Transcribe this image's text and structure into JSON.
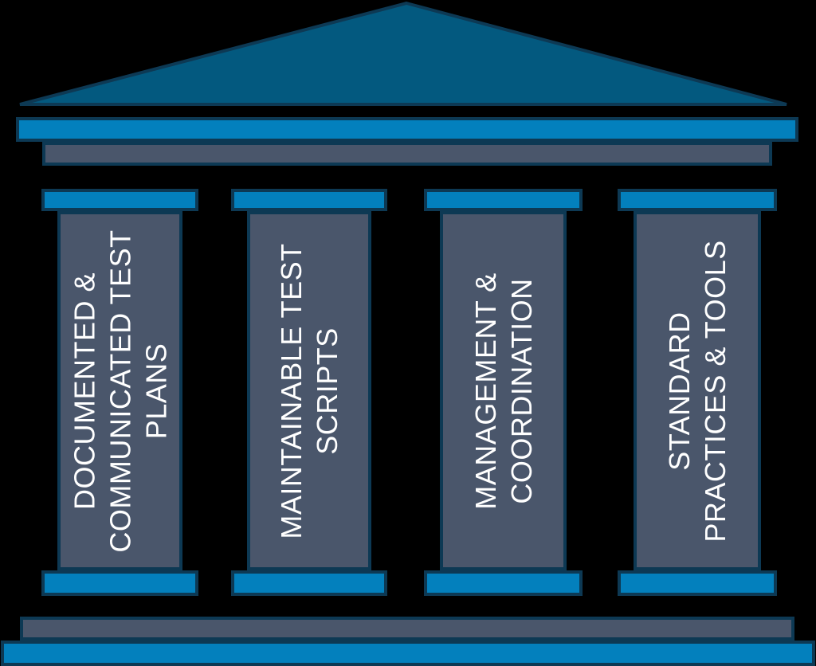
{
  "diagram": {
    "type": "temple-pillars-infographic",
    "background_color": "#000000",
    "colors": {
      "roof_fill": "#03597F",
      "accent_blue": "#0380BD",
      "slate_gray": "#4A566B",
      "outline_navy": "#0D3954",
      "label_text": "#FFFFFF"
    },
    "pillars": [
      {
        "label": "DOCUMENTED &\nCOMMUNICATED TEST\nPLANS"
      },
      {
        "label": "MAINTAINABLE TEST\nSCRIPTS"
      },
      {
        "label": "MANAGEMENT &\nCOORDINATION"
      },
      {
        "label": "STANDARD\nPRACTICES & TOOLS"
      }
    ]
  }
}
